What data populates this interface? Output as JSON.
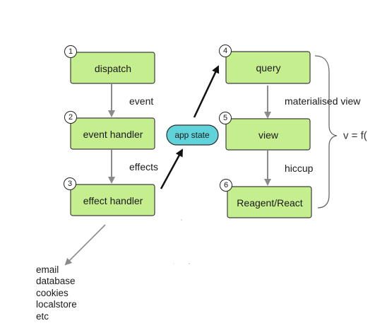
{
  "nodes": {
    "dispatch": {
      "number": "1",
      "label": "dispatch"
    },
    "event_handler": {
      "number": "2",
      "label": "event handler"
    },
    "effect_handler": {
      "number": "3",
      "label": "effect handler"
    },
    "query": {
      "number": "4",
      "label": "query"
    },
    "view": {
      "number": "5",
      "label": "view"
    },
    "reagent_react": {
      "number": "6",
      "label": "Reagent/React"
    }
  },
  "app_state": {
    "label": "app state"
  },
  "edges": {
    "event": "event",
    "effects": "effects",
    "materialised_view": "materialised view",
    "hiccup": "hiccup"
  },
  "formula": "v = f(",
  "side_effects": [
    "email",
    "database",
    "cookies",
    "localstore",
    "etc"
  ],
  "colors": {
    "box_fill": "#c5ee8f",
    "box_stroke": "#3d3d3d",
    "app_state_fill": "#5fd3d9",
    "arrow_gray": "#8a8a8a",
    "arrow_black": "#111111"
  }
}
